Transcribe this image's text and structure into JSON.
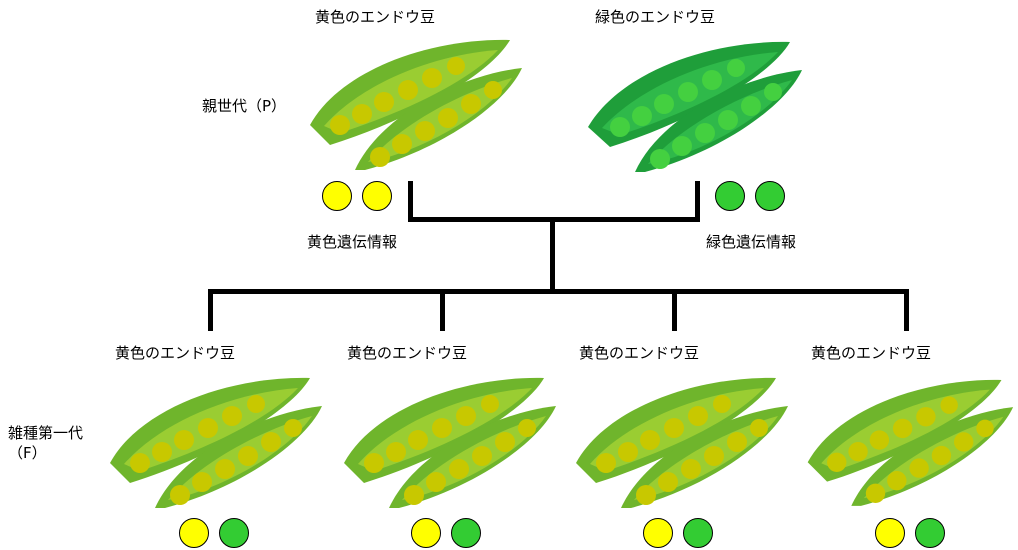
{
  "colors": {
    "yellow_allele": "#ffff00",
    "green_allele": "#33cc33",
    "yellow_pod_outer": "#6fb52c",
    "yellow_pod_inner": "#9acd32",
    "yellow_pea": "#c8c800",
    "green_pod_outer": "#1f9e3a",
    "green_pod_inner": "#2fb94a",
    "green_pea": "#44d040"
  },
  "parents": {
    "generation_label": "親世代（P）",
    "yellow": {
      "title": "黄色のエンドウ豆",
      "info_label": "黄色遺伝情報",
      "alleles": [
        "yellow",
        "yellow"
      ]
    },
    "green": {
      "title": "緑色のエンドウ豆",
      "info_label": "緑色遺伝情報",
      "alleles": [
        "green",
        "green"
      ]
    }
  },
  "offspring": {
    "generation_label_line1": "雑種第一代",
    "generation_label_line2": "（F）",
    "items": [
      {
        "title": "黄色のエンドウ豆",
        "alleles": [
          "yellow",
          "green"
        ]
      },
      {
        "title": "黄色のエンドウ豆",
        "alleles": [
          "yellow",
          "green"
        ]
      },
      {
        "title": "黄色のエンドウ豆",
        "alleles": [
          "yellow",
          "green"
        ]
      },
      {
        "title": "黄色のエンドウ豆",
        "alleles": [
          "yellow",
          "green"
        ]
      }
    ]
  }
}
